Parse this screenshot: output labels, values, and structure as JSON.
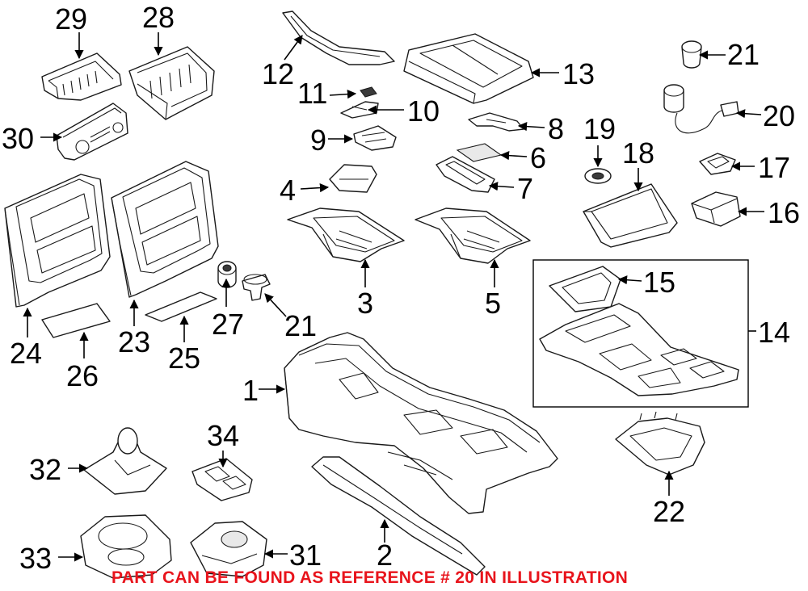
{
  "callouts": {
    "n1": "1",
    "n2": "2",
    "n3": "3",
    "n4": "4",
    "n5": "5",
    "n6": "6",
    "n7": "7",
    "n8": "8",
    "n9": "9",
    "n10": "10",
    "n11": "11",
    "n12": "12",
    "n13": "13",
    "n14": "14",
    "n15": "15",
    "n16": "16",
    "n17": "17",
    "n18": "18",
    "n19": "19",
    "n20": "20",
    "n21a": "21",
    "n21b": "21",
    "n22": "22",
    "n23": "23",
    "n24": "24",
    "n25": "25",
    "n26": "26",
    "n27": "27",
    "n28": "28",
    "n29": "29",
    "n30": "30",
    "n31": "31",
    "n32": "32",
    "n33": "33",
    "n34": "34"
  },
  "notice": "PART CAN BE FOUND AS REFERENCE # 20 IN ILLUSTRATION",
  "colors": {
    "notice": "#e8141c",
    "line": "#1a1a1a"
  }
}
